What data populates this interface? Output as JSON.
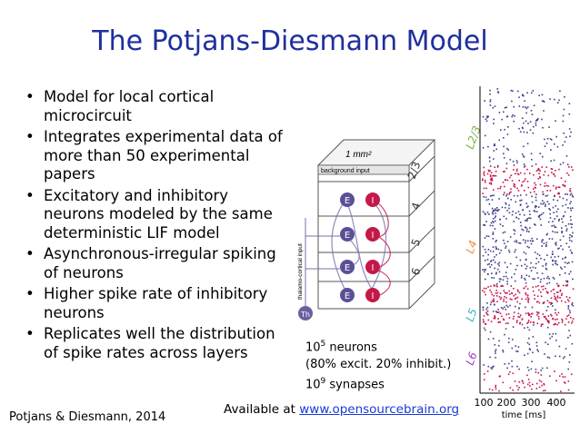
{
  "slide": {
    "title": "The Potjans-Diesmann Model",
    "bullets": [
      "Model for local cortical microcircuit",
      "Integrates experimental data of more than 50 experimental papers",
      "Excitatory and inhibitory neurons modeled by the same deterministic LIF model",
      "Asynchronous-irregular spiking of neurons",
      "Higher spike rate of inhibitory neurons",
      "Replicates well the distribution of spike rates across layers"
    ],
    "citation": "Potjans & Diesmann, 2014",
    "available_prefix": "Available at ",
    "available_link": "www.opensourcebrain.org",
    "stats": {
      "neurons_base": "10",
      "neurons_exp": "5",
      "neurons_suffix": " neurons",
      "ratio": "(80% excit. 20% inhibit.)",
      "synapses_base": "10",
      "synapses_exp": "9",
      "synapses_suffix": " synapses"
    }
  },
  "diagram": {
    "area_label": "1 mm²",
    "background_input": "background input",
    "thalamic_label": "thalamo-cortical input",
    "thalamic_node": "Th",
    "excitatory_node": "E",
    "inhibitory_node": "I",
    "layers": [
      "2/3",
      "4",
      "5",
      "6"
    ],
    "colors": {
      "excitatory": "#5b4f96",
      "inhibitory": "#c4184a",
      "thalamus": "#6a5fa0"
    }
  },
  "raster": {
    "layer_labels": [
      {
        "text": "L2/3",
        "color": "#7bb045"
      },
      {
        "text": "L4",
        "color": "#f08c3c"
      },
      {
        "text": "L5",
        "color": "#3ab0c8"
      },
      {
        "text": "L6",
        "color": "#a23cc4"
      }
    ],
    "x_ticks": [
      "100",
      "200",
      "300",
      "400"
    ],
    "x_label": "time [ms]",
    "colors": {
      "excitatory": "#3f3f8c",
      "inhibitory": "#c8144a"
    }
  }
}
